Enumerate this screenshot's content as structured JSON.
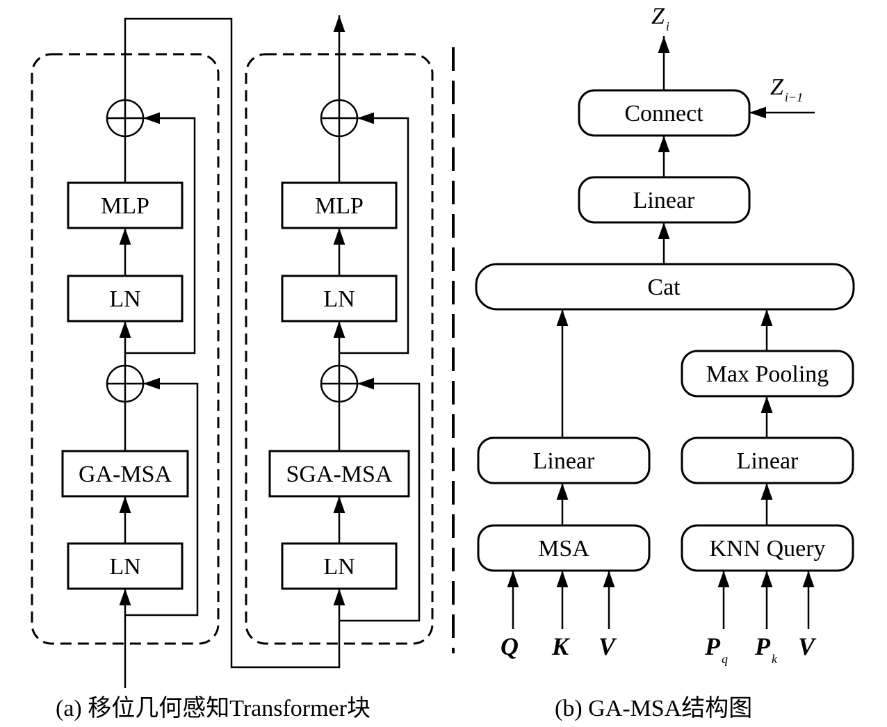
{
  "left_panel": {
    "block1": {
      "mlp": "MLP",
      "ln_top": "LN",
      "msa": "GA-MSA",
      "ln_bottom": "LN"
    },
    "block2": {
      "mlp": "MLP",
      "ln_top": "LN",
      "msa": "SGA-MSA",
      "ln_bottom": "LN"
    },
    "caption": "(a) 移位几何感知Transformer块"
  },
  "right_panel": {
    "output": {
      "base": "Z",
      "sub": "i"
    },
    "prev_input": {
      "base": "Z",
      "sub": "i−1"
    },
    "connect": "Connect",
    "linear_top": "Linear",
    "cat": "Cat",
    "left_branch": {
      "linear": "Linear",
      "msa": "MSA",
      "inputs": [
        {
          "base": "Q",
          "sub": ""
        },
        {
          "base": "K",
          "sub": ""
        },
        {
          "base": "V",
          "sub": ""
        }
      ]
    },
    "right_branch": {
      "max_pooling": "Max Pooling",
      "linear": "Linear",
      "knn": "KNN Query",
      "inputs": [
        {
          "base": "P",
          "sub": "q"
        },
        {
          "base": "P",
          "sub": "k"
        },
        {
          "base": "V",
          "sub": ""
        }
      ]
    },
    "caption": "(b) GA-MSA结构图"
  }
}
